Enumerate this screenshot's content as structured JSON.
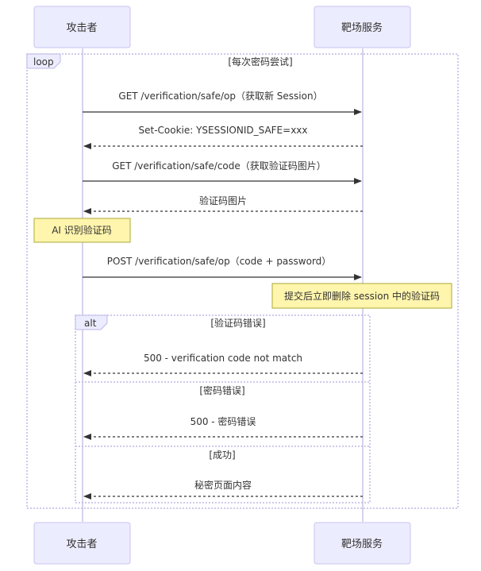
{
  "participants": {
    "attacker": "攻击者",
    "target": "靶场服务"
  },
  "loop": {
    "tag": "loop",
    "condition": "[每次密码尝试]"
  },
  "messages": {
    "m1": "GET /verification/safe/op（获取新 Session）",
    "m2": "Set-Cookie: YSESSIONID_SAFE=xxx",
    "m3": "GET /verification/safe/code（获取验证码图片）",
    "m4": "验证码图片",
    "m5": "POST /verification/safe/op（code + password）"
  },
  "notes": {
    "ai": "AI 识别验证码",
    "delete": "提交后立即删除 session 中的验证码"
  },
  "alt": {
    "tag": "alt",
    "cond1": "[验证码错误]",
    "msg1": "500 - verification code not match",
    "cond2": "[密码错误]",
    "msg2": "500 - 密码错误",
    "cond3": "[成功]",
    "msg3": "秘密页面内容"
  },
  "colors": {
    "actor_fill": "#ECECFF",
    "actor_stroke": "#9370DB",
    "note_fill": "#FFF5AD",
    "note_stroke": "#AAAA33",
    "line": "#333333"
  }
}
